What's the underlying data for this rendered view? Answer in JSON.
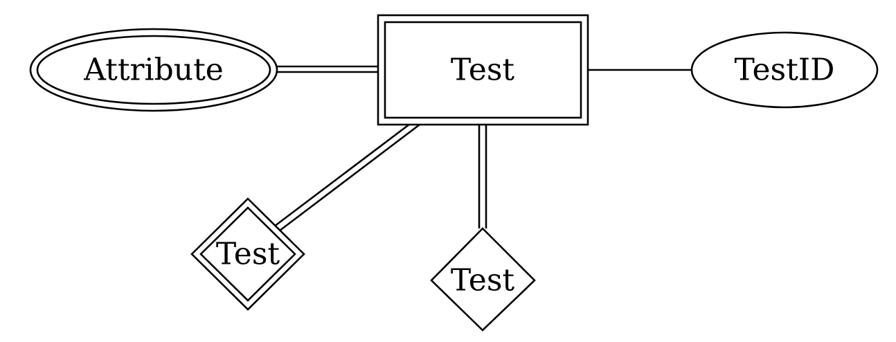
{
  "diagram": {
    "entity": {
      "label": "Test",
      "kind": "weak-entity"
    },
    "attributes": [
      {
        "id": "attribute",
        "label": "Attribute",
        "kind": "multivalued-attribute"
      },
      {
        "id": "testid",
        "label": "TestID",
        "kind": "attribute"
      }
    ],
    "relationships": [
      {
        "id": "rel-identifying",
        "label": "Test",
        "kind": "identifying-relationship",
        "participation": "total"
      },
      {
        "id": "rel-regular",
        "label": "Test",
        "kind": "relationship",
        "participation": "total"
      }
    ]
  }
}
